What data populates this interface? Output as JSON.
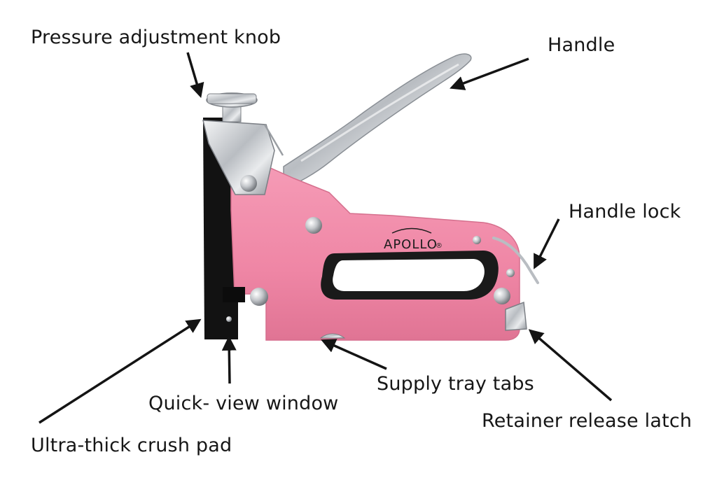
{
  "brand": {
    "name": "APOLLO",
    "registered_mark": "®"
  },
  "callouts": {
    "pressure_adjustment_knob": "Pressure adjustment knob",
    "handle": "Handle",
    "handle_lock": "Handle lock",
    "supply_tray_tabs": "Supply tray tabs",
    "quick_view_window": "Quick- view window",
    "retainer_release_latch": "Retainer release latch",
    "ultra_thick_crush_pad": "Ultra-thick crush pad"
  },
  "colors": {
    "body_pink": "#f08aa8",
    "body_pink_dark": "#d86d8e",
    "chrome": "#c9ccd0",
    "black_parts": "#121212",
    "arrow": "#141414",
    "label_text": "#161616"
  },
  "icons": {
    "arrow": "arrow-icon",
    "stapler": "stapler-illustration"
  }
}
